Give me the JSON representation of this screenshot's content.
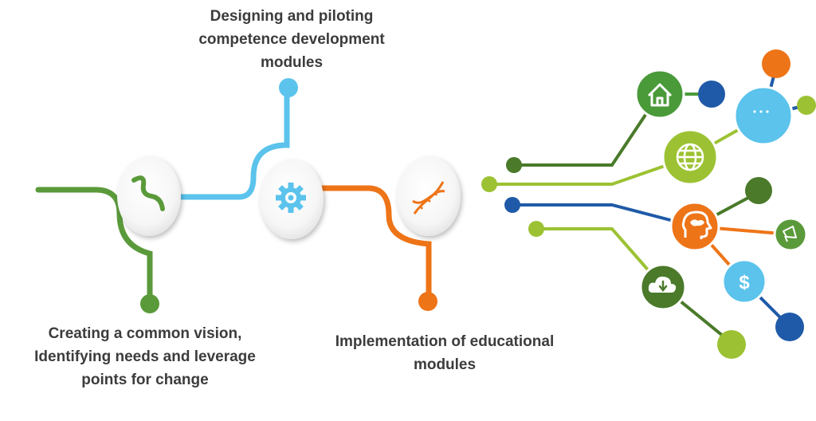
{
  "steps": [
    {
      "id": "step-1",
      "icon": "winding-road-icon",
      "color": "#5a9a3a",
      "label_lines": [
        "Creating a common vision,",
        "Identifying needs and leverage",
        "points for change"
      ]
    },
    {
      "id": "step-2",
      "icon": "gear-icon",
      "color": "#5bc3ec",
      "label_lines": [
        "Designing and piloting",
        "competence development",
        "modules"
      ]
    },
    {
      "id": "step-3",
      "icon": "dna-icon",
      "color": "#ee7418",
      "label_lines": [
        "Implementation of educational",
        "modules"
      ]
    }
  ],
  "network": {
    "nodes": [
      {
        "icon": "house-icon",
        "color": "#4a9a3a"
      },
      {
        "icon": "globe-icon",
        "color": "#9cc233"
      },
      {
        "icon": "brain-head-icon",
        "color": "#ee7418"
      },
      {
        "icon": "download-cloud-icon",
        "color": "#4a7a2a"
      },
      {
        "icon": "chat-bubble-icon",
        "color": "#5bc3ec"
      },
      {
        "icon": "megaphone-icon",
        "color": "#5a9a3a"
      },
      {
        "icon": "dollar-icon",
        "color": "#5bc3ec"
      }
    ],
    "accent_colors": {
      "dark_green": "#4a7a2a",
      "light_green": "#9cc233",
      "blue": "#1f5aa8",
      "orange": "#ee7418",
      "sky": "#5bc3ec"
    }
  }
}
